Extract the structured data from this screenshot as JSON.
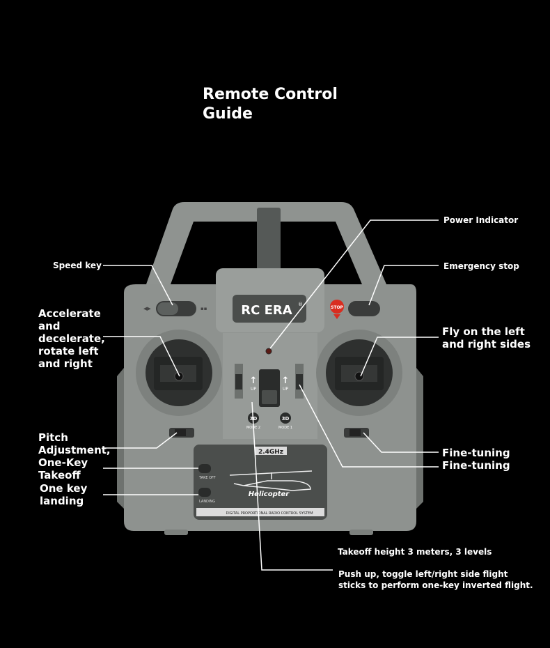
{
  "title": "Remote Control\nGuide",
  "brand": {
    "name": "RC ERA",
    "mark": "®",
    "freq": "2.4GHz",
    "product": "Helicopter",
    "system": "DIGITAL PROPORTIONAL RADIO CONTROL SYSTEM"
  },
  "controls": {
    "stop": "STOP",
    "up_left": "UP",
    "up_right": "UP",
    "mode2_badge": "3D",
    "mode2": "MODE 2",
    "mode1_badge": "3D",
    "mode1": "MODE 1",
    "takeoff": "TAKE OFF",
    "landing": "LANDING"
  },
  "labels": {
    "speed_key": "Speed key",
    "accelerate": "Accelerate and decelerate, rotate left and right",
    "pitch": "Pitch Adjustment, One-Key Takeoff",
    "landing": "One key landing",
    "power": "Power Indicator",
    "emergency": "Emergency stop",
    "fly_sides": "Fly on the left and right sides",
    "fine1": "Fine-tuning",
    "fine2": "Fine-tuning",
    "takeoff_height": "Takeoff height 3 meters, 3 levels",
    "push_up": "Push up, toggle left/right side flight sticks to perform one-key inverted flight."
  }
}
